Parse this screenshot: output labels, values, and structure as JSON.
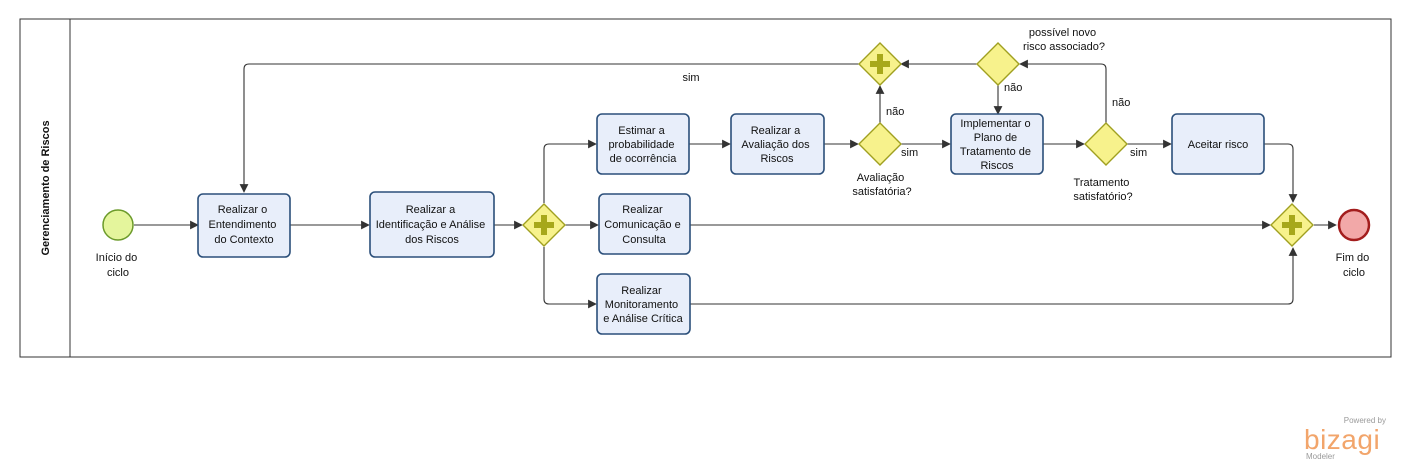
{
  "pool": {
    "lane_title": "Gerenciamento de Riscos"
  },
  "events": {
    "start": {
      "label_lines": [
        "Início do",
        "ciclo"
      ]
    },
    "end": {
      "label_lines": [
        "Fim do",
        "ciclo"
      ]
    }
  },
  "tasks": {
    "contexto": {
      "lines": [
        "Realizar o",
        "Entendimento",
        "do Contexto"
      ]
    },
    "identificacao": {
      "lines": [
        "Realizar a",
        "Identificação e Análise",
        "dos Riscos"
      ]
    },
    "estimar": {
      "lines": [
        "Estimar a",
        "probabilidade",
        "de ocorrência"
      ]
    },
    "avaliacao": {
      "lines": [
        "Realizar a",
        "Avaliação dos",
        "Riscos"
      ]
    },
    "plano": {
      "lines": [
        "Implementar o",
        "Plano de",
        "Tratamento de",
        "Riscos"
      ]
    },
    "aceitar": {
      "lines": [
        "Aceitar risco"
      ]
    },
    "comunicacao": {
      "lines": [
        "Realizar",
        "Comunicação e",
        "Consulta"
      ]
    },
    "monitoramento": {
      "lines": [
        "Realizar",
        "Monitoramento",
        "e Análise Crítica"
      ]
    }
  },
  "gateways": {
    "avaliacao_satisfatoria": {
      "label_lines": [
        "Avaliação",
        "satisfatória?"
      ]
    },
    "tratamento_satisfatorio": {
      "label_lines": [
        "Tratamento",
        "satisfatório?"
      ]
    },
    "novo_risco": {
      "label_lines": [
        "possível novo",
        "risco associado?"
      ]
    }
  },
  "flow_labels": {
    "sim_top": "sim",
    "nao_avaliacao": "não",
    "sim_avaliacao": "sim",
    "nao_novo_risco": "não",
    "nao_tratamento": "não",
    "sim_tratamento": "sim"
  },
  "branding": {
    "powered": "Powered by",
    "logo": "bizagi",
    "sub": "Modeler"
  }
}
